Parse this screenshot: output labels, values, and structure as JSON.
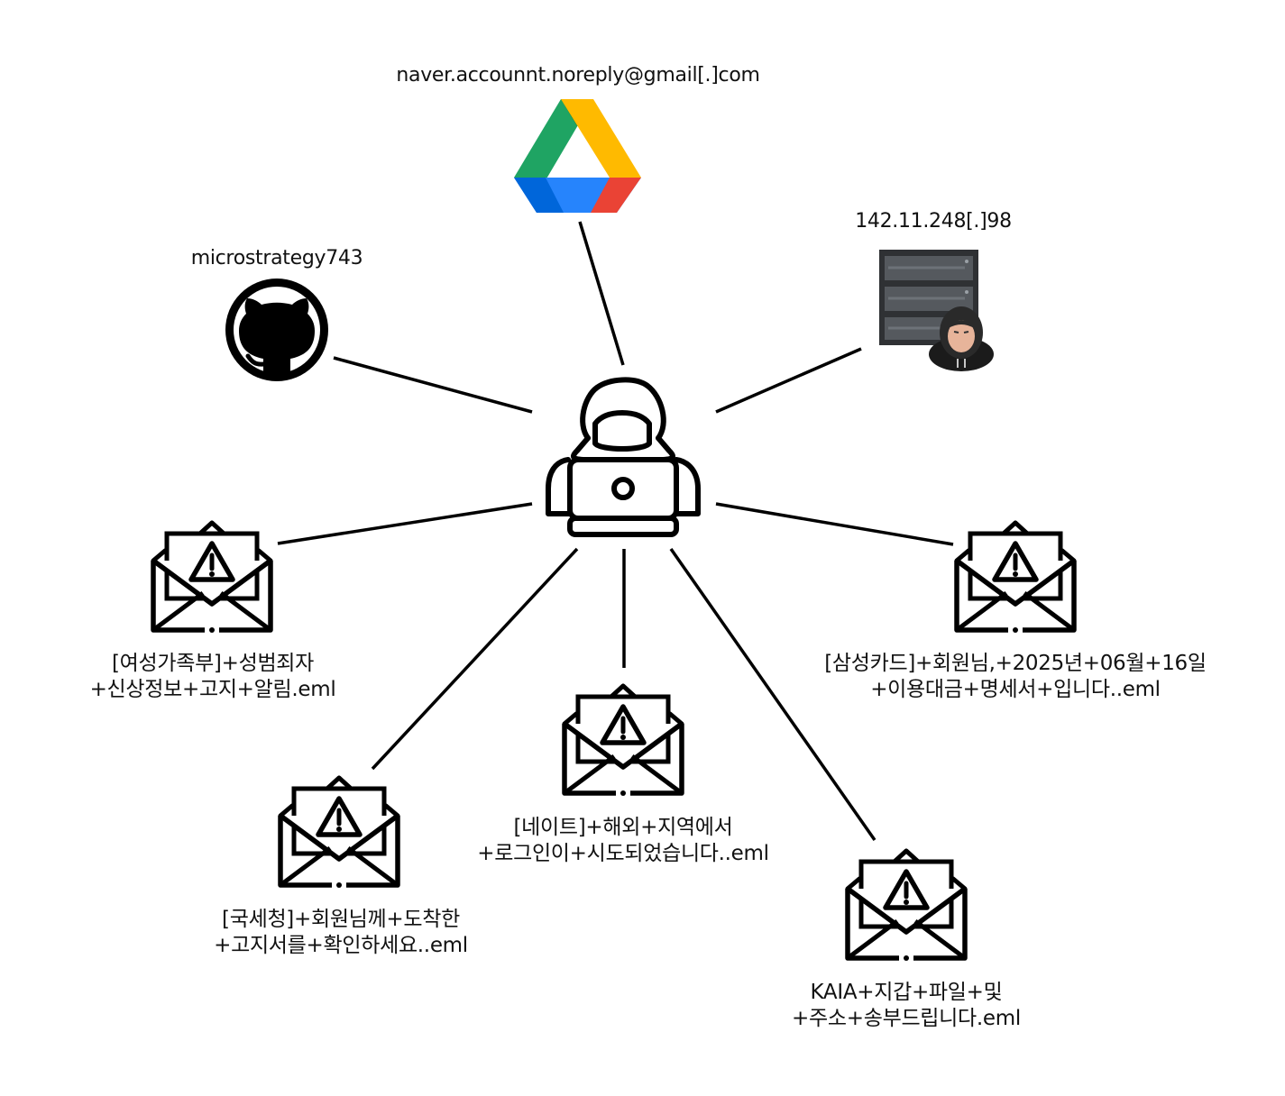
{
  "nodes": {
    "gdrive": {
      "label": "naver.accounnt.noreply@gmail[.]com",
      "icon": "google-drive-icon"
    },
    "github": {
      "label": "microstrategy743",
      "icon": "github-icon"
    },
    "server": {
      "label": "142.11.248[.]98",
      "icon": "server-hacker-icon"
    },
    "hacker": {
      "icon": "hacker-laptop-icon"
    }
  },
  "emails": [
    {
      "id": "email-1",
      "icon": "phishing-email-icon",
      "line1": "[여성가족부]+성범죄자",
      "line2": "+신상정보+고지+알림.eml"
    },
    {
      "id": "email-2",
      "icon": "phishing-email-icon",
      "line1": "[국세청]+회원님께+도착한",
      "line2": "+고지서를+확인하세요..eml"
    },
    {
      "id": "email-3",
      "icon": "phishing-email-icon",
      "line1": "[네이트]+해외+지역에서",
      "line2": "+로그인이+시도되었습니다..eml"
    },
    {
      "id": "email-4",
      "icon": "phishing-email-icon",
      "line1": "KAIA+지갑+파일+및",
      "line2": "+주소+송부드립니다.eml"
    },
    {
      "id": "email-5",
      "icon": "phishing-email-icon",
      "line1": "[삼성카드]+회원님,+2025년+06월+16일",
      "line2": "+이용대금+명세서+입니다..eml"
    }
  ],
  "colors": {
    "drive_green": "#1FA463",
    "drive_dark_green": "#188038",
    "drive_yellow": "#FFBA00",
    "drive_blue": "#1A73E8",
    "drive_dark_blue": "#2684FC",
    "drive_red": "#EA4335",
    "line": "#000000"
  }
}
